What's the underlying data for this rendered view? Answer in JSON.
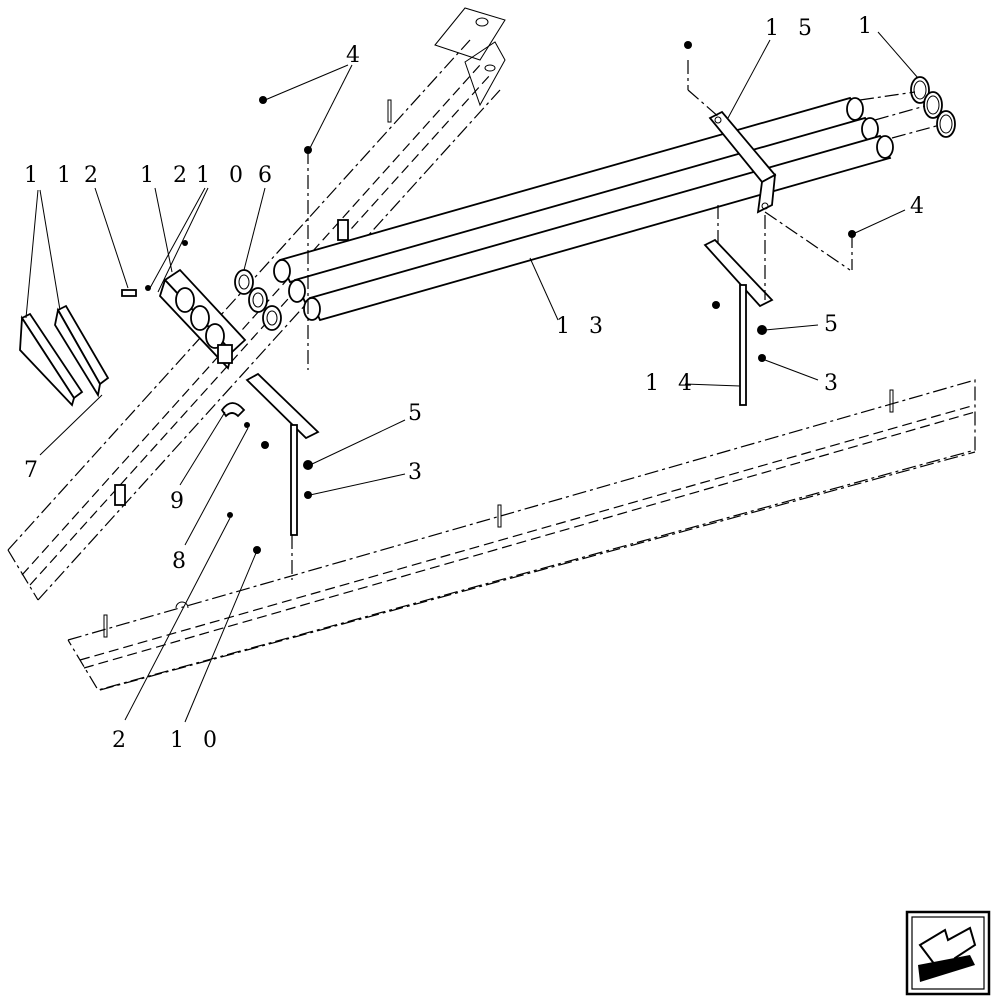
{
  "callouts": [
    {
      "id": "c1",
      "label": "1"
    },
    {
      "id": "c15",
      "label": "1 5"
    },
    {
      "id": "c4a",
      "label": "4"
    },
    {
      "id": "c4b",
      "label": "4"
    },
    {
      "id": "c11",
      "label": "1 1"
    },
    {
      "id": "c2a",
      "label": "2"
    },
    {
      "id": "c12",
      "label": "1 2"
    },
    {
      "id": "c10a",
      "label": "1 0"
    },
    {
      "id": "c6",
      "label": "6"
    },
    {
      "id": "c13",
      "label": "1 3"
    },
    {
      "id": "c5a",
      "label": "5"
    },
    {
      "id": "c3a",
      "label": "3"
    },
    {
      "id": "c14",
      "label": "1 4"
    },
    {
      "id": "c7",
      "label": "7"
    },
    {
      "id": "c5b",
      "label": "5"
    },
    {
      "id": "c3b",
      "label": "3"
    },
    {
      "id": "c9",
      "label": "9"
    },
    {
      "id": "c8",
      "label": "8"
    },
    {
      "id": "c2b",
      "label": "2"
    },
    {
      "id": "c10b",
      "label": "1 0"
    }
  ],
  "nav_icon": {
    "name": "back-arrow-icon"
  }
}
